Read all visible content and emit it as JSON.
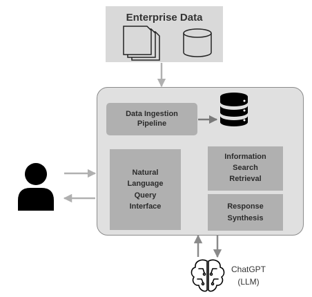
{
  "enterprise_data": {
    "title": "Enterprise Data"
  },
  "ingestion": {
    "line1": "Data Ingestion",
    "line2": "Pipeline"
  },
  "nlq": {
    "line1": "Natural",
    "line2": "Language",
    "line3": "Query",
    "line4": "Interface"
  },
  "search": {
    "line1": "Information",
    "line2": "Search",
    "line3": "Retrieval"
  },
  "response": {
    "line1": "Response",
    "line2": "Synthesis"
  },
  "llm": {
    "line1": "ChatGPT",
    "line2": "(LLM)"
  },
  "colors": {
    "box_fill": "#d9d9d9",
    "inner_fill": "#b0b0b0",
    "arrow": "#b0b0b0",
    "icon": "#000000"
  },
  "icons": [
    "documents-stack-icon",
    "database-cylinder-icon",
    "database-server-icon",
    "user-person-icon",
    "ai-brain-circuit-icon"
  ]
}
